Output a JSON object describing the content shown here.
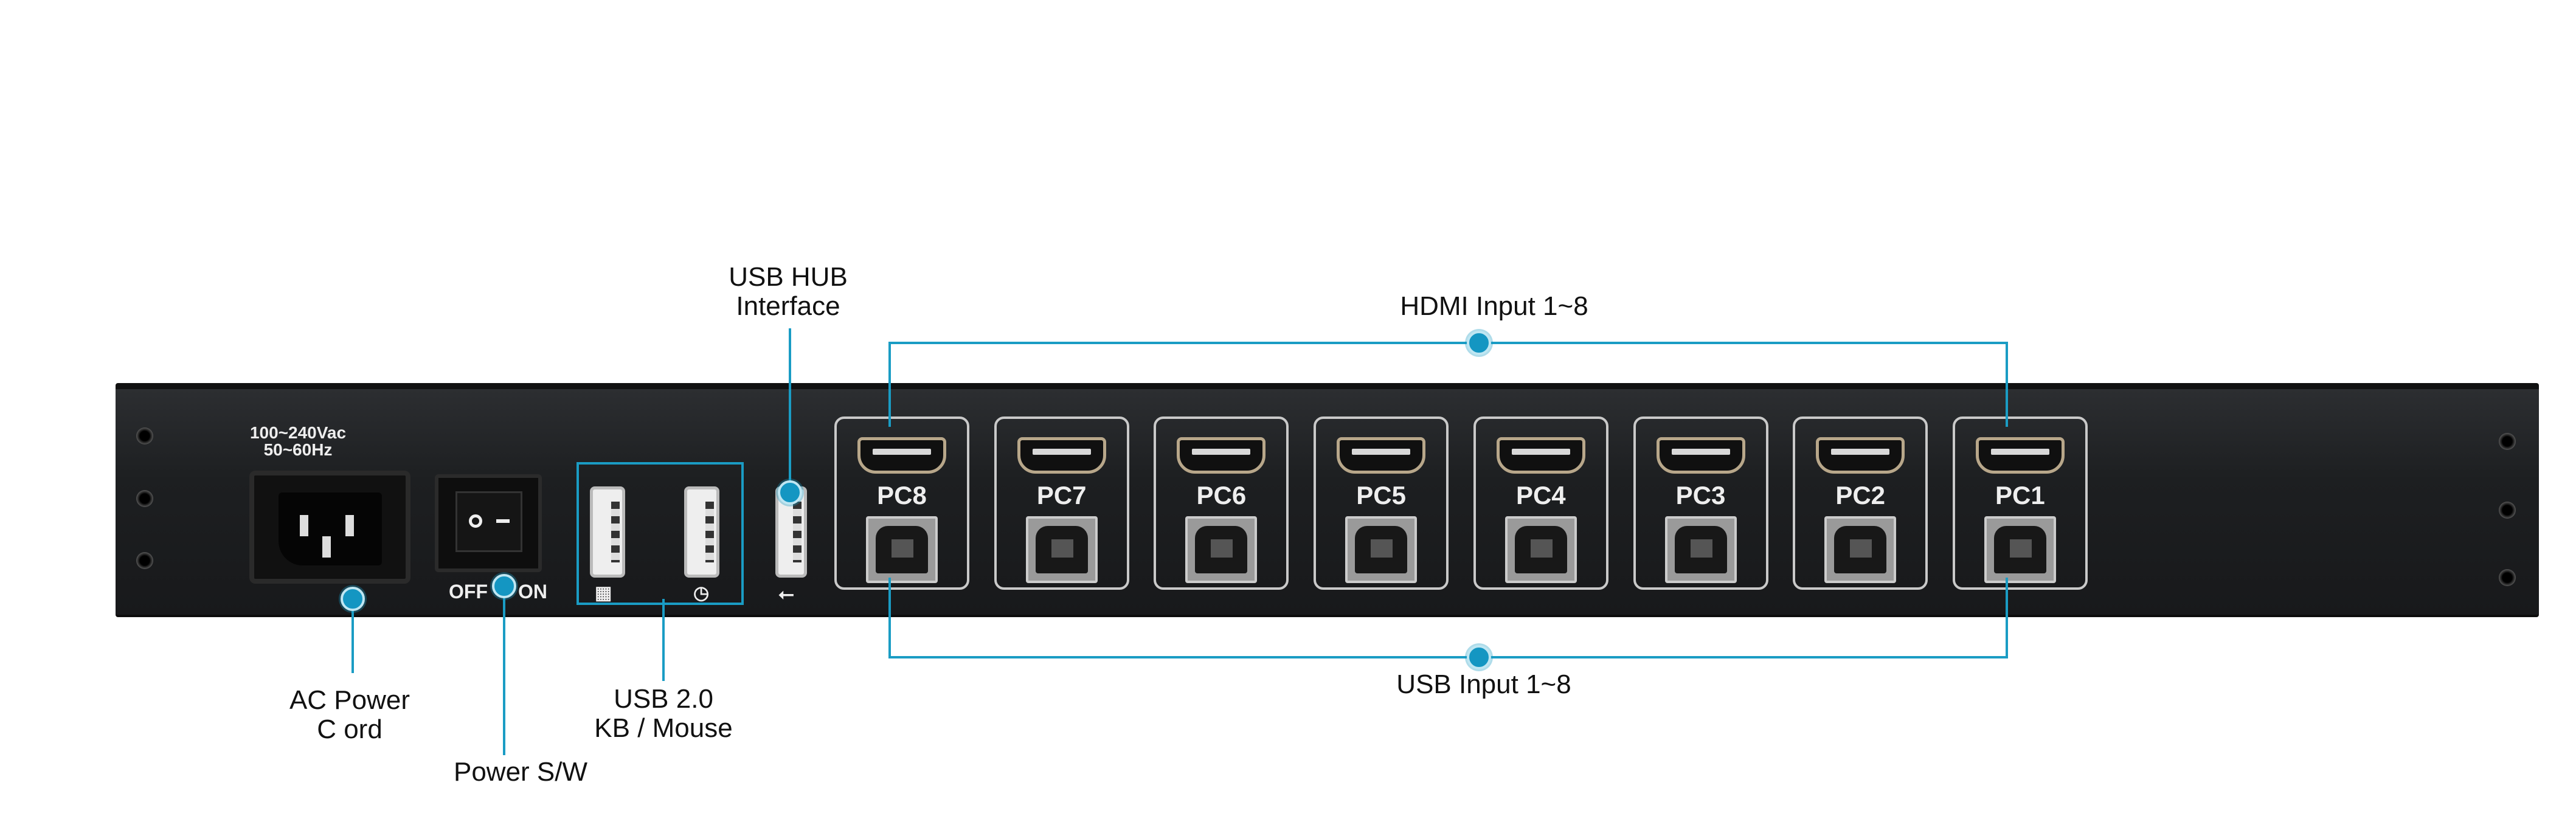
{
  "device": {
    "power_rating_line1": "100~240Vac",
    "power_rating_line2": "50~60Hz",
    "switch_off": "OFF",
    "switch_on": "ON",
    "ports": [
      "PC8",
      "PC7",
      "PC6",
      "PC5",
      "PC4",
      "PC3",
      "PC2",
      "PC1"
    ]
  },
  "callouts": {
    "usb_hub_line1": "USB HUB",
    "usb_hub_line2": "Interface",
    "hdmi_input": "HDMI Input 1~8",
    "usb_input": "USB Input 1~8",
    "ac_power_line1": "AC Power",
    "ac_power_line2": "C ord",
    "power_sw": "Power S/W",
    "usb_kbm_line1": "USB 2.0",
    "usb_kbm_line2": "KB / Mouse"
  },
  "colors": {
    "accent": "#1a9cc4",
    "panel": "#1d1f21"
  }
}
